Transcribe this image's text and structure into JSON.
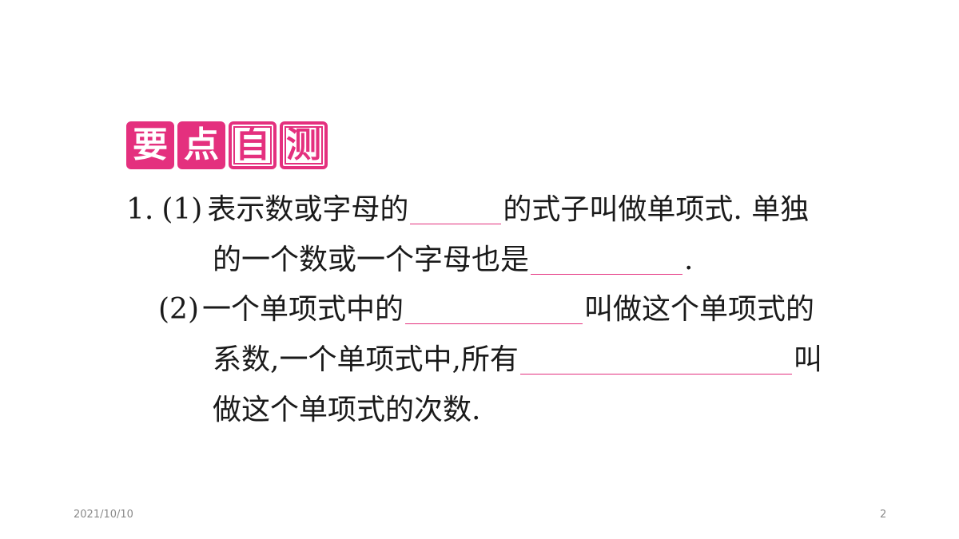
{
  "heading": {
    "chars": [
      "要",
      "点",
      "自",
      "测"
    ]
  },
  "item1": {
    "number": "1.",
    "part1_label": "(1)",
    "line1_before": "表示数或字母的",
    "line1_after": "的式子叫做单项式. 单独",
    "line2_before": "的一个数或一个字母也是",
    "line2_after": ".",
    "part2_label": "(2)",
    "line3_before": "一个单项式中的",
    "line3_after": "叫做这个单项式的",
    "line4_before": "系数,一个单项式中,所有",
    "line4_after": "叫",
    "line5": "做这个单项式的次数."
  },
  "footer": {
    "date": "2021/10/10",
    "page_number": "2"
  },
  "colors": {
    "accent": "#e4307e",
    "text": "#1a1a1a",
    "footer": "#8a8a8a"
  }
}
